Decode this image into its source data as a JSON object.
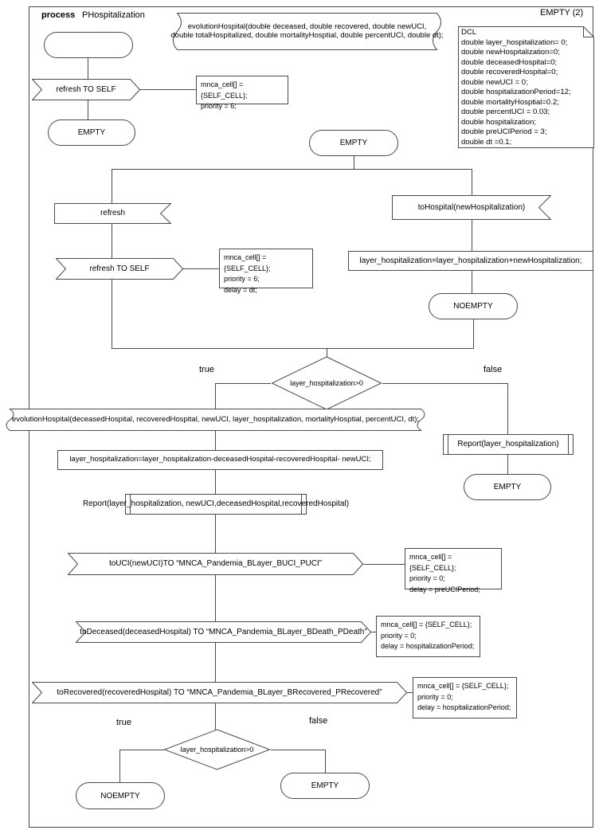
{
  "header": {
    "process_label": "process",
    "process_name": "PHospitalization",
    "state_ref_label": "EMPTY (2)"
  },
  "declarations": {
    "evolution_line1": "evolutionHospital(double deceased, double recovered, double newUCI,",
    "evolution_line2": "double totalHospitalized, double mortalityHosptial, double percentUCI, double dt);"
  },
  "dcl": {
    "lines": [
      "DCL",
      "double layer_hospitalization= 0;",
      "double newHospitalization=0;",
      "double deceasedHospital=0;",
      "double recoveredHospital=0;",
      "double newUCI = 0;",
      "double hospitalizationPeriod=12;",
      "double mortalityHosptial=0.2;",
      "double percentUCI = 0.03;",
      "double hospitalization;",
      "double preUCIPeriod = 3;",
      "double dt =0.1;"
    ]
  },
  "states": {
    "empty_left": "EMPTY",
    "empty_center": "EMPTY",
    "noempty_right": "NOEMPTY",
    "empty_false": "EMPTY",
    "noempty_bottom": "NOEMPTY",
    "empty_bottom": "EMPTY"
  },
  "messages": {
    "refresh_to_self_1": "refresh TO SELF",
    "refresh_receive": "refresh",
    "refresh_to_self_2": "refresh TO SELF",
    "to_hospital": "toHospital(newHospitalization)",
    "to_uci": "toUCI(newUCI)TO “MNCA_Pandemia_BLayer_BUCI_PUCI”",
    "to_deceased": "toDeceased(deceasedHospital) TO “MNCA_Pandemia_BLayer_BDeath_PDeath”",
    "to_recovered": "toRecovered(recoveredHospital) TO “MNCA_Pandemia_BLayer_BRecovered_PRecovered”"
  },
  "params": {
    "mnca1": [
      "mnca_cell[] = {SELF_CELL};",
      "priority = 6;"
    ],
    "mnca2": [
      "mnca_cell[] = {SELF_CELL};",
      "priority = 6;",
      "delay = dt;"
    ],
    "mnca3": [
      "mnca_cell[] = {SELF_CELL};",
      "priority = 0;",
      "delay = preUCIPeriod;"
    ],
    "mnca4": [
      "mnca_cell[] = {SELF_CELL};",
      "priority = 0;",
      "delay = hospitalizationPeriod;"
    ],
    "mnca5": [
      "mnca_cell[] = {SELF_CELL};",
      "priority = 0;",
      "delay = hospitalizationPeriod;"
    ]
  },
  "actions": {
    "add_hospitalization": "layer_hospitalization=layer_hospitalization+newHospitalization;",
    "evolution_call": "evolutionHospital(deceasedHospital, recoveredHospital, newUCI, layer_hospitalization, mortalityHosptial, percentUCI, dt);",
    "subtract_hospitalization": "layer_hospitalization=layer_hospitalization-deceasedHospital-recoveredHospital- newUCI;",
    "report_full": "Report(layer_hospitalization, newUCI,deceasedHospital,recoveredHospital)",
    "report_simple": "Report(layer_hospitalization)"
  },
  "decisions": {
    "condition1": "layer_hospitalization>0",
    "condition2": "layer_hospitalization>0",
    "true_label": "true",
    "false_label": "false"
  }
}
